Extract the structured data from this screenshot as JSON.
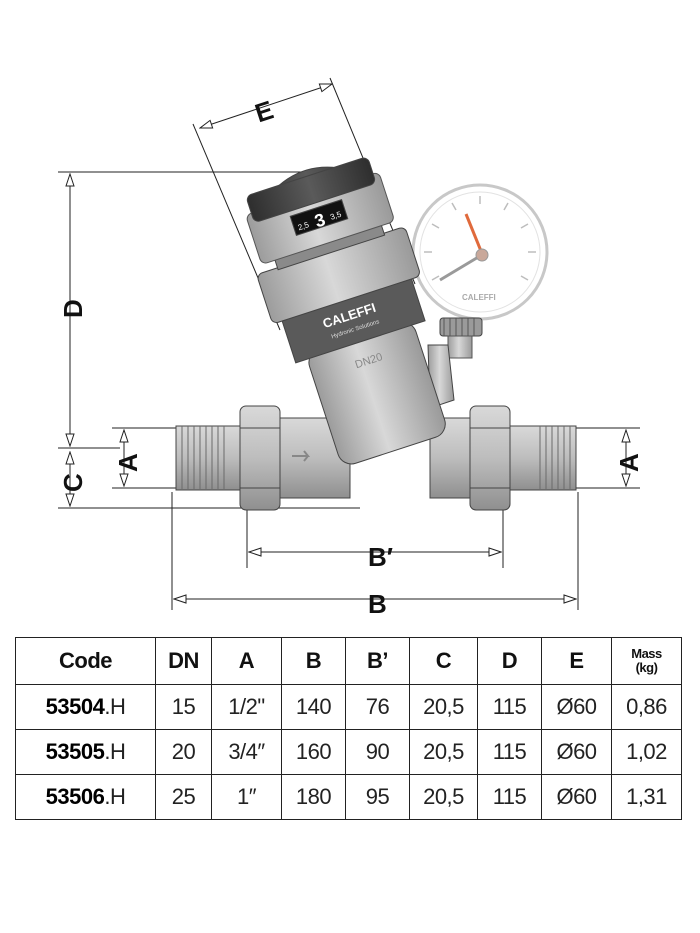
{
  "diagram": {
    "dimension_labels": {
      "E": "E",
      "D": "D",
      "C": "C",
      "A_left": "A",
      "A_right": "A",
      "B_prime": "B′",
      "B": "B"
    },
    "knob_scale": {
      "low": "2,5",
      "mid": "3",
      "high": "3,5"
    },
    "brand": "CALEFFI",
    "brand_tagline": "Hydronic Solutions",
    "body_marking": "DN20",
    "gauge_brand": "CALEFFI",
    "colors": {
      "body": "#bfbfbf",
      "band": "#555555",
      "knob": "#3d3d3d",
      "gauge_needle": "#e06a3c"
    }
  },
  "table": {
    "headers": {
      "code": "Code",
      "dn": "DN",
      "a": "A",
      "b": "B",
      "b_prime": "B’",
      "c": "C",
      "d": "D",
      "e": "E",
      "mass": "Mass",
      "mass_unit": "(kg)"
    },
    "rows": [
      {
        "code_prefix": "53504",
        "code_suffix": ".H",
        "dn": "15",
        "a": "1/2\"",
        "b": "140",
        "b_prime": "76",
        "c": "20,5",
        "d": "115",
        "e": "Ø60",
        "mass": "0,86"
      },
      {
        "code_prefix": "53505",
        "code_suffix": ".H",
        "dn": "20",
        "a": "3/4″",
        "b": "160",
        "b_prime": "90",
        "c": "20,5",
        "d": "115",
        "e": "Ø60",
        "mass": "1,02"
      },
      {
        "code_prefix": "53506",
        "code_suffix": ".H",
        "dn": "25",
        "a": "1″",
        "b": "180",
        "b_prime": "95",
        "c": "20,5",
        "d": "115",
        "e": "Ø60",
        "mass": "1,31"
      }
    ]
  }
}
